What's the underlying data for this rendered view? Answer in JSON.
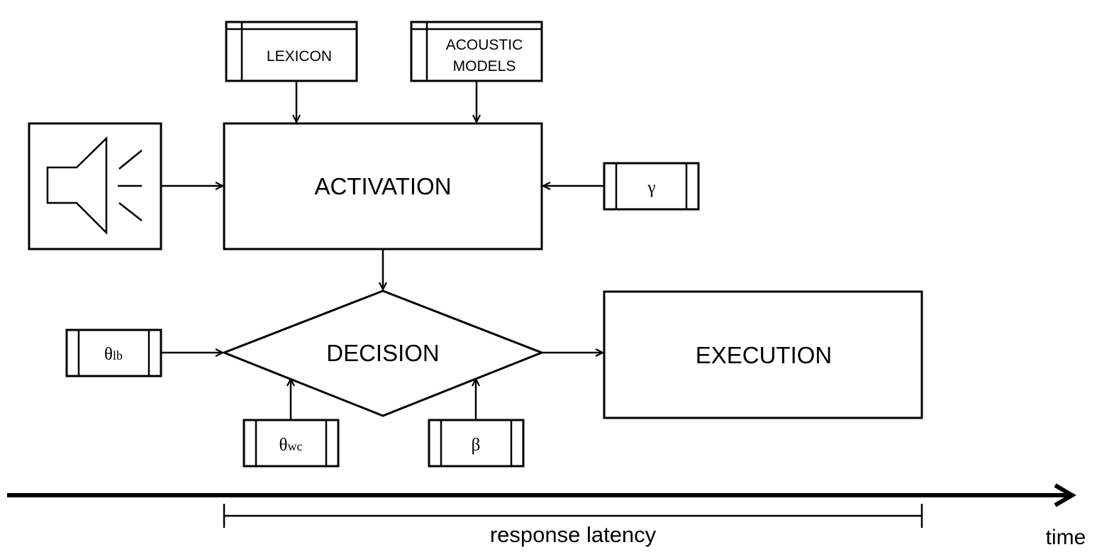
{
  "nodes": {
    "lexicon": "LEXICON",
    "acoustic_models_line1": "ACOUSTIC",
    "acoustic_models_line2": "MODELS",
    "activation": "ACTIVATION",
    "decision": "DECISION",
    "execution": "EXECUTION"
  },
  "parameters": {
    "gamma": "γ",
    "theta_lb": {
      "symbol": "θ",
      "subscript": "lb"
    },
    "theta_wc": {
      "symbol": "θ",
      "subscript": "wc"
    },
    "beta": "β"
  },
  "icons": {
    "speech_input": "speaker-icon"
  },
  "timeline": {
    "axis_label": "time",
    "span_label": "response latency"
  }
}
